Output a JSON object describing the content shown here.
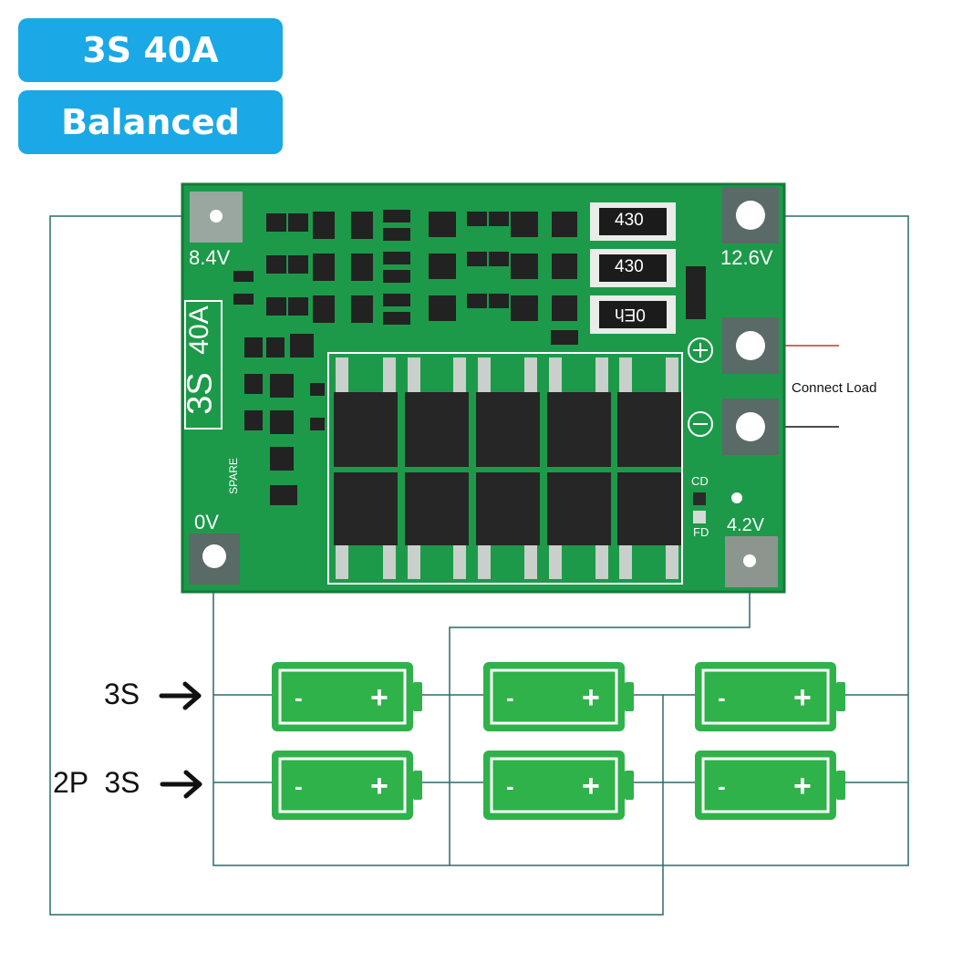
{
  "badges": {
    "top": "3S 40A",
    "bottom": "Balanced"
  },
  "board": {
    "silk_main": "3S",
    "silk_sub": "40A",
    "pad_labels": {
      "b_plus": "8.4V",
      "b_top_right": "12.6V",
      "b_zero": "0V",
      "b_mid_right": "4.2V"
    },
    "resistor_codes": [
      "430",
      "430",
      "0Eh"
    ],
    "side_marks": [
      "CD",
      "FD"
    ],
    "spare": "SPARE"
  },
  "annotations": {
    "connect_load": "Connect Load"
  },
  "rows": {
    "row1": "3S",
    "row2": "2P  3S"
  },
  "battery": {
    "minus": "-",
    "plus": "+"
  },
  "colors": {
    "badge": "#1aa8e6",
    "pcb": "#1c9a4a",
    "battery": "#2fb24a",
    "wire": "#2d6a6a"
  }
}
